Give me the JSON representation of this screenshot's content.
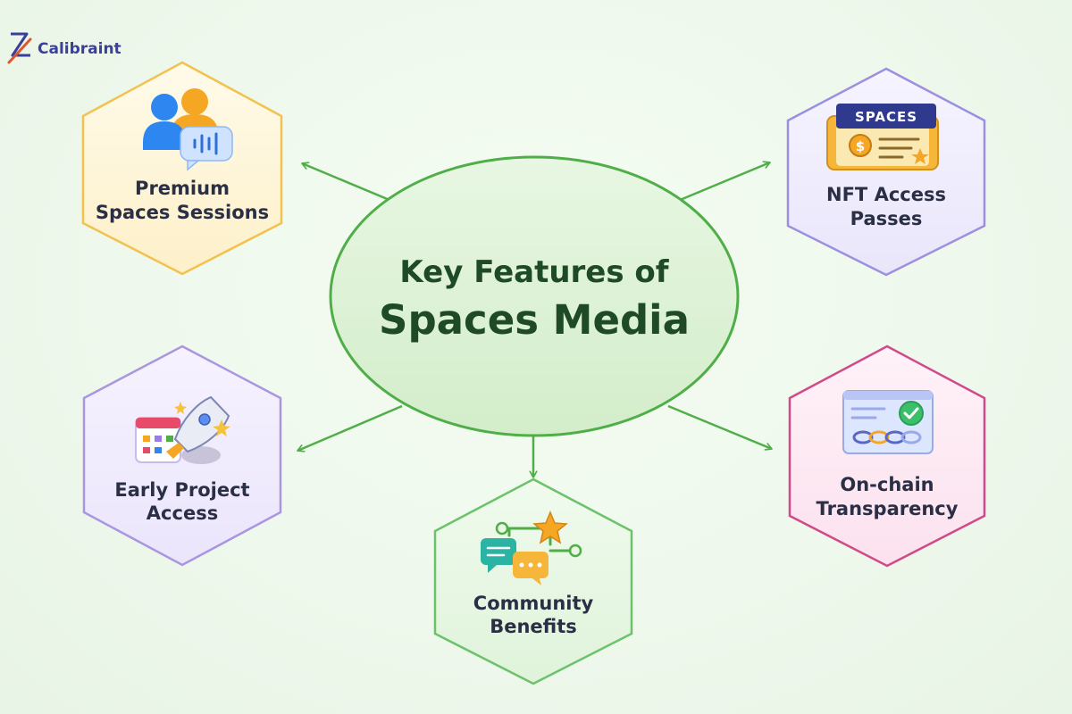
{
  "brand": {
    "name": "Calibraint",
    "logo_icon": "z-logo-icon",
    "color": "#3b3f9c"
  },
  "hub": {
    "title_line1": "Key Features of",
    "title_line2": "Spaces Media",
    "fill": "#dff2d8",
    "stroke": "#4fae47"
  },
  "arrow_color": "#4fae47",
  "features": [
    {
      "id": "premium",
      "label_line1": "Premium",
      "label_line2": "Spaces Sessions",
      "icon": "users-audio-icon",
      "border": "#f2c14e"
    },
    {
      "id": "nft",
      "label_line1": "NFT Access",
      "label_line2": "Passes",
      "icon": "ticket-pass-icon",
      "badge": "SPACES",
      "border": "#9c8fe0"
    },
    {
      "id": "early",
      "label_line1": "Early Project",
      "label_line2": "Access",
      "icon": "rocket-calendar-icon",
      "border": "#a996e0"
    },
    {
      "id": "community",
      "label_line1": "Community",
      "label_line2": "Benefits",
      "icon": "chat-star-icon",
      "border": "#6cc26a"
    },
    {
      "id": "onchain",
      "label_line1": "On-chain",
      "label_line2": "Transparency",
      "icon": "chain-check-icon",
      "border": "#d04a8a"
    }
  ]
}
